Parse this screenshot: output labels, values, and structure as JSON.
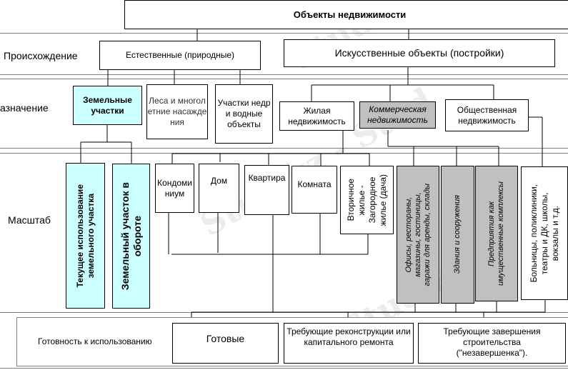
{
  "title": "Объекты недвижимости",
  "row_labels": {
    "origin": "Происхождение",
    "purpose": "азначение",
    "scale": "Масштаб",
    "readiness": "Готовность к использованию"
  },
  "origin": {
    "natural": "Естественные (природные)",
    "artificial": "Искусственные объекты (постройки)"
  },
  "purpose": {
    "land": "Земельные участки",
    "forests": "Леса и многолетние насаждения",
    "subsoil": "Участки недр и водные объекты",
    "residential": "Жилая недвижимость",
    "commercial": "Коммерческая недвижимость",
    "public": "Общественная недвижимость"
  },
  "scale": {
    "land_current": "Текущее использование\nземельного участка",
    "land_turnover": "Земельный участок в\nобороте",
    "condominium": "Кондоми ниум",
    "house": "Дом",
    "apartment": "Квартира",
    "room": "Комната",
    "secondary": "Вторичное\nжилье -\nЗагородное\nжилье (дача)",
    "offices": "Офисы, рестораны,\nмагазины, гостиницы,\nгаражи для аренды, склады",
    "buildings": "Здания и сооружения",
    "enterprises": "Предприятия как\nимущественные комплексы",
    "public_objects": "Больницы, поликлиники,\nтеатры и ДК, школы,\nвокзалы и т.д."
  },
  "readiness": {
    "ready": "Готовые",
    "reconstruction": "Требующие реконструкции или капитального ремонта",
    "unfinished": "Требующие завершения строительства (\"незавершенка\")."
  },
  "watermark": "Stud.kz",
  "colors": {
    "cyan": "#ccffff",
    "gray": "#c0c0c0",
    "rule": "#808080"
  }
}
